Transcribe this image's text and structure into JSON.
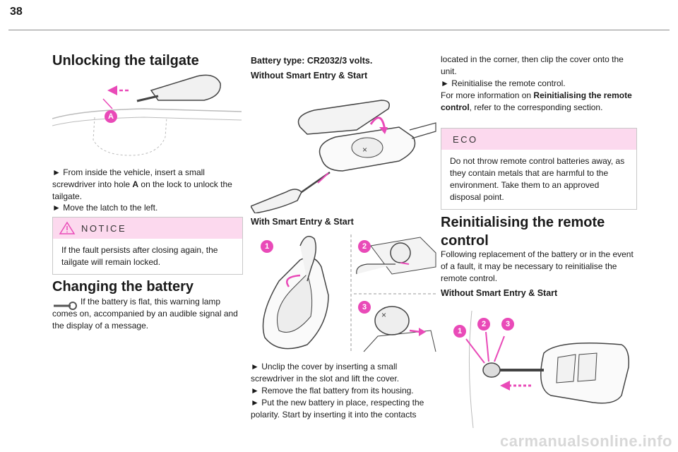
{
  "page_number": "38",
  "col1": {
    "title_unlock": "Unlocking the tailgate",
    "callout_a": "A",
    "step1_lines": [
      "► From inside the vehicle, insert a small",
      "screwdriver into hole",
      "A",
      "on the lock to unlock the",
      "tailgate."
    ],
    "step2": "► Move the latch to the left.",
    "notice": {
      "label": "NOTICE",
      "text": "If the fault persists after closing again, the tailgate will remain locked."
    },
    "title_battery": "Changing the battery",
    "battery_text": "If the battery is flat, this warning lamp comes on, accompanied by an audible signal and the display of a message."
  },
  "col2": {
    "battery_type": "Battery type: CR2032/3 volts.",
    "without_heading": "Without Smart Entry & Start",
    "with_heading": "With Smart Entry & Start",
    "badges": [
      "1",
      "2",
      "3"
    ],
    "step1": "► Unclip the cover by inserting a small screwdriver in the slot and lift the cover.",
    "step2": "► Remove the flat battery from its housing.",
    "step3": "► Put the new battery in place, respecting the polarity. Start by inserting it into the contacts"
  },
  "col3": {
    "cont_text": "located in the corner, then clip the cover onto the unit.",
    "reinit_step": "► Reinitialise the remote control.",
    "more_info_pre": "For more information on",
    "more_info_bold": "Reinitialising the remote control",
    "more_info_post": ", refer to the corresponding section.",
    "eco": {
      "label": "ECO",
      "text": "Do not throw remote control batteries away, as they contain metals that are harmful to the environment. Take them to an approved disposal point."
    },
    "title_reinit": "Reinitialising the remote control",
    "reinit_text": "Following replacement of the battery or in the event of a fault, it may be necessary to reinitialise the remote control.",
    "without_heading": "Without Smart Entry & Start",
    "badges": [
      "1",
      "2",
      "3"
    ]
  },
  "footer": "carmanualsonline.info",
  "colors": {
    "accent": "#e94ab8",
    "notice_bg": "#fcd9ee"
  }
}
